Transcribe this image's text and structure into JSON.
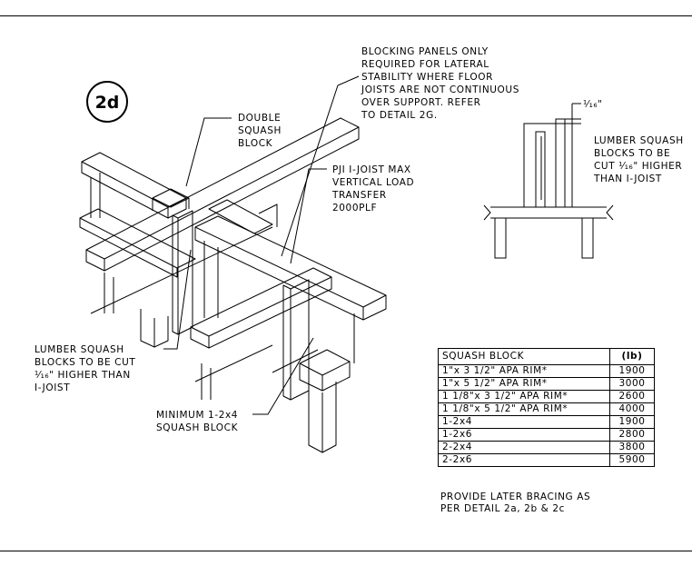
{
  "badge": "2d",
  "callouts": {
    "blocking_note": [
      "BLOCKING PANELS ONLY",
      "REQUIRED FOR LATERAL",
      "STABILITY WHERE FLOOR",
      "JOISTS ARE NOT CONTINUOUS",
      "OVER SUPPORT. REFER",
      "TO DETAIL 2G."
    ],
    "double_squash": [
      "DOUBLE",
      "SQUASH",
      "BLOCK"
    ],
    "pji_note": [
      "PJI I-JOIST MAX",
      "VERTICAL LOAD",
      "TRANSFER",
      "2000PLF"
    ],
    "lumber_left": [
      "LUMBER SQUASH",
      "BLOCKS TO BE CUT",
      "⅟₁₆\" HIGHER THAN",
      "I-JOIST"
    ],
    "minimum": [
      "MINIMUM 1-2x4",
      "SQUASH BLOCK"
    ],
    "lumber_right": [
      "LUMBER SQUASH",
      "BLOCKS TO BE",
      "CUT ⅟₁₆\" HIGHER",
      "THAN I-JOIST"
    ],
    "dim_label": "⅟₁₆\""
  },
  "table": {
    "header": "SQUASH BLOCK",
    "unit": "(lb)",
    "rows": [
      {
        "block": "1\"x 3 1/2\" APA RIM*",
        "value": "1900"
      },
      {
        "block": "1\"x 5 1/2\" APA RIM*",
        "value": "3000"
      },
      {
        "block": "1 1/8\"x 3 1/2\" APA RIM*",
        "value": "2600"
      },
      {
        "block": "1 1/8\"x 5 1/2\" APA RIM*",
        "value": "4000"
      },
      {
        "block": "1-2x4",
        "value": "1900"
      },
      {
        "block": "1-2x6",
        "value": "2800"
      },
      {
        "block": "2-2x4",
        "value": "3800"
      },
      {
        "block": "2-2x6",
        "value": "5900"
      }
    ]
  },
  "bottom_note": [
    "PROVIDE LATER BRACING AS",
    "PER DETAIL 2a, 2b & 2c"
  ]
}
